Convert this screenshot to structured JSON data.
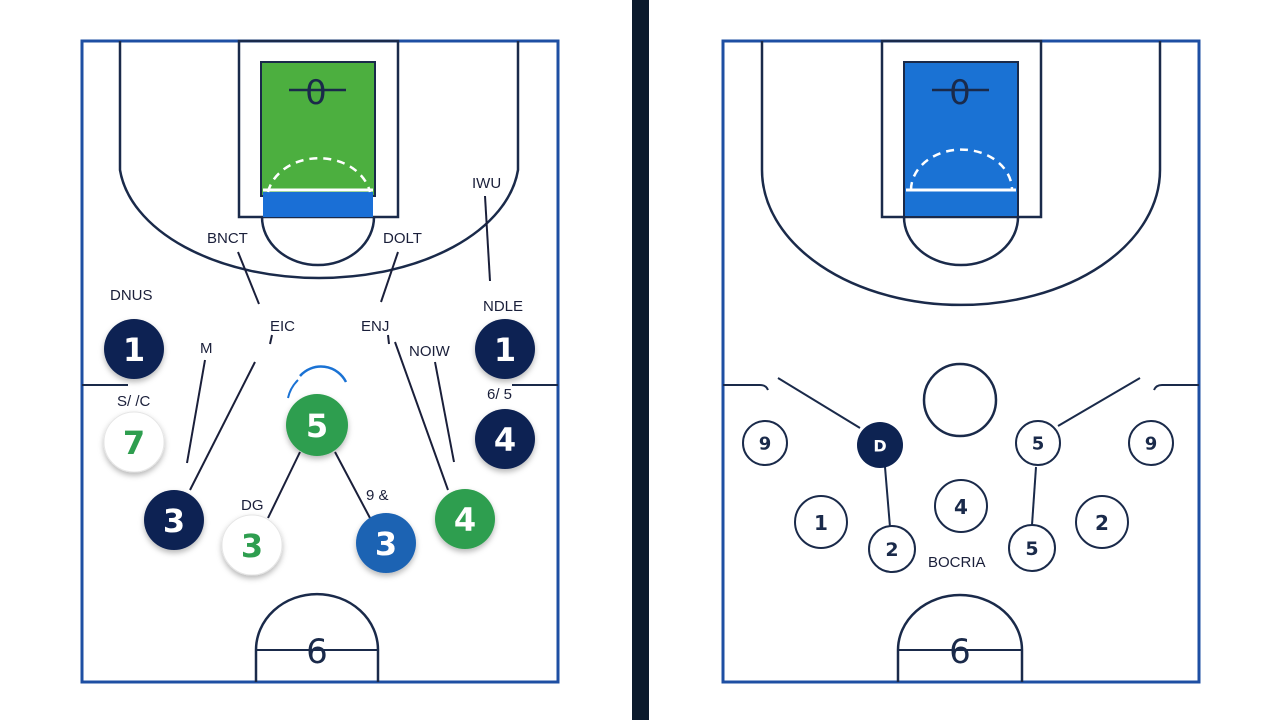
{
  "colors": {
    "court_line": "#1e4fa3",
    "inner_line": "#1a2a4a",
    "divider": "#0b1a2c",
    "green_paint": "#4caf3f",
    "blue_paint": "#1a72d4",
    "blue_block": "#1a6fd6",
    "navy": "#0d2352",
    "green_token": "#2f9e4f",
    "blue_token": "#1d63b3"
  },
  "left_court": {
    "hoop_label": "0",
    "bottom_label": "6",
    "annotations": [
      "BNCT",
      "DOLT",
      "IWU",
      "DNUS",
      "NDLE",
      "M",
      "EIC",
      "ENJ",
      "NOIW",
      "S/ /C",
      "6/ 5",
      "DG",
      "9 &"
    ],
    "tokens": [
      {
        "label": "1",
        "style": "navy"
      },
      {
        "label": "7",
        "style": "white-green"
      },
      {
        "label": "5",
        "style": "green"
      },
      {
        "label": "1",
        "style": "navy"
      },
      {
        "label": "4",
        "style": "navy"
      },
      {
        "label": "3",
        "style": "navy"
      },
      {
        "label": "3",
        "style": "white-green"
      },
      {
        "label": "3",
        "style": "blue"
      },
      {
        "label": "4",
        "style": "green"
      }
    ]
  },
  "right_court": {
    "hoop_label": "0",
    "bottom_label": "6",
    "annotation": "BOCRIA",
    "tokens": [
      {
        "label": "9",
        "style": "outline"
      },
      {
        "label": "D",
        "style": "filled"
      },
      {
        "label": "5",
        "style": "outline"
      },
      {
        "label": "9",
        "style": "outline"
      },
      {
        "label": "4",
        "style": "outline"
      },
      {
        "label": "1",
        "style": "outline"
      },
      {
        "label": "2",
        "style": "outline"
      },
      {
        "label": "5",
        "style": "outline"
      },
      {
        "label": "2",
        "style": "outline"
      }
    ]
  }
}
